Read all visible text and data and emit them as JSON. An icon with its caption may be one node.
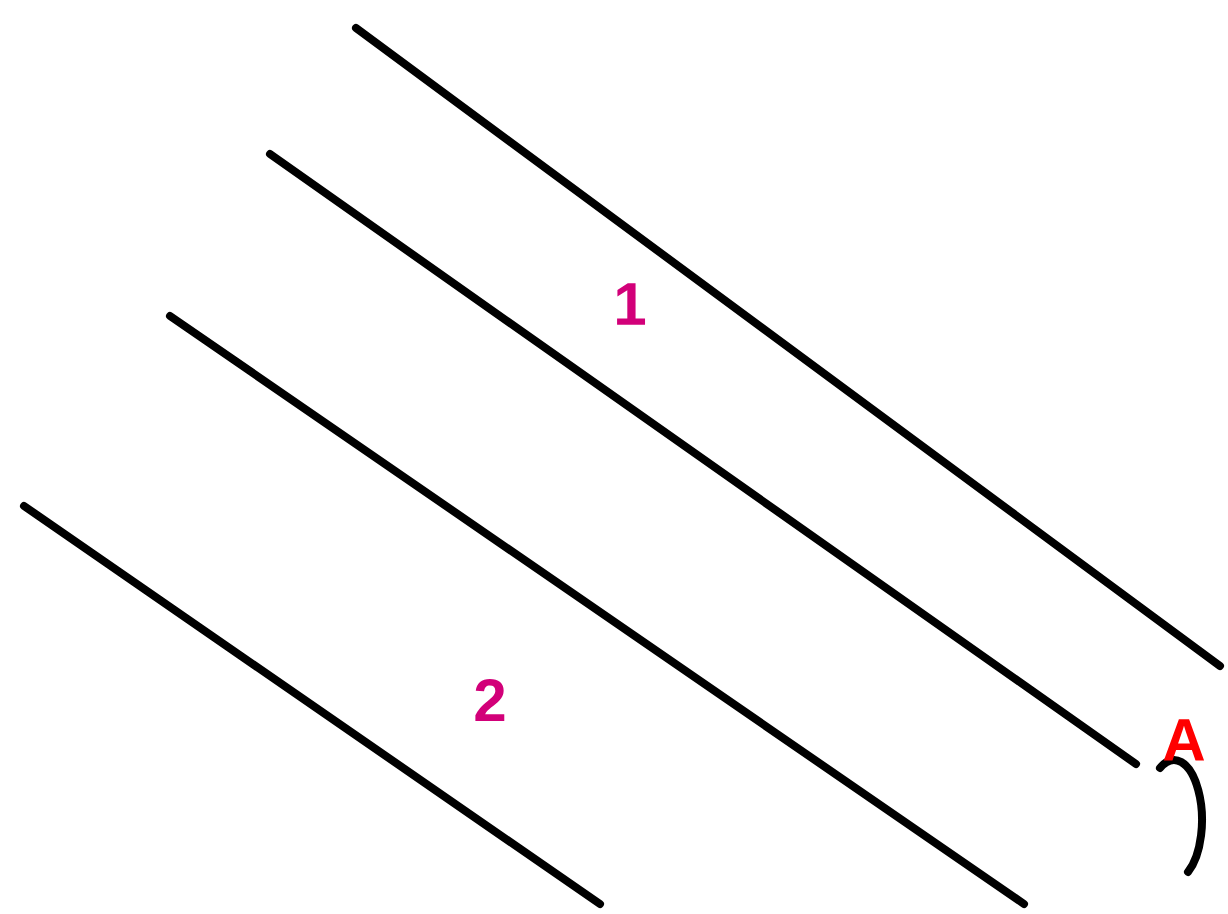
{
  "diagram": {
    "labels": [
      "1",
      "2",
      "A"
    ]
  }
}
